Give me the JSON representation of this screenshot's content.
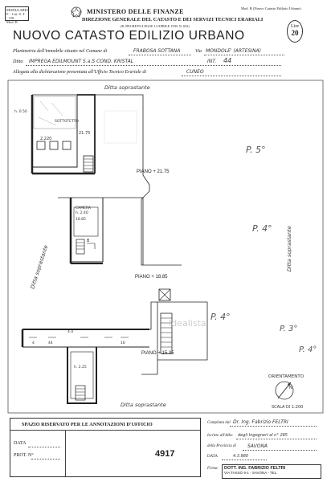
{
  "header": {
    "modello_box": [
      "MODULARIO",
      "F. - Cat. S. T. - 318",
      "Mod. B"
    ],
    "ministry": "MINISTERO DELLE FINANZE",
    "direction": "DIREZIONE GENERALE DEL CATASTO E DEI SERVIZI TECNICI ERARIALI",
    "regio_decreto": "(R. DECRETO-LEGGE 13 APRILE 1939, N. 652)",
    "main_title": "NUOVO CATASTO EDILIZIO URBANO",
    "top_right": "Mod. B (Nuovo Catasto Edilizio Urbano)",
    "lire_label": "Lire",
    "lire_value": "20"
  },
  "fields": {
    "planimetria_label": "Planimetria dell'immobile situato nel Comune di",
    "comune_value": "FRABOSA SOTTANA",
    "via_label": "Via",
    "via_value": "MONDOLE' (ARTESINA)",
    "ditta_label": "Ditta",
    "ditta_value": "IMPREGA EDILMOUNT  S.a.S  COND. KRISTAL",
    "int_label": "INT.",
    "int_value": "44",
    "allegata_label": "Allegata alla dichiarazione presentata all'Ufficio Tecnico Erariale di",
    "ufficio_value": "CUNEO"
  },
  "drawing": {
    "ditta_sopra_top": "Ditta soprastante",
    "ditta_sopra_left": "Ditta soprastante",
    "ditta_sopra_right": "Ditta soprastante",
    "ditta_sopra_bottom": "Ditta soprastante",
    "label_sottotetto": "SOTTOTETTO",
    "h_top": "h. 0.50",
    "dim_2175": "21.75",
    "dim_2220": "2.220",
    "piano_2175": "PIANO + 21.75",
    "label_camera": "CAMERA",
    "h_camera": "h. 2.40",
    "dim_1885": "18.85",
    "piano_1885": "PIANO + 18.85",
    "label_b": "B",
    "dim_44": "44",
    "dim_4": "4",
    "dim_445": "4.4",
    "dim_16": "16",
    "dim_h725": "h. 2.25",
    "piano_1535": "PIANO + 15.35",
    "p5_top": "P. 5°",
    "p4_mid": "P. 4°",
    "p4_right": "P. 4°",
    "p3_right": "P. 3°",
    "p4_lower": "P. 4°",
    "orientamento": "ORIENTAMENTO",
    "scala": "SCALA DI 1:200",
    "watermark": "Idealista"
  },
  "bottom_left": {
    "spazio_title": "SPAZIO RISERVATO PER LE ANNOTAZIONI D'UFFICIO",
    "data_label": "DATA",
    "prot_label": "PROT. N°",
    "prot_value": "4917"
  },
  "bottom_right": {
    "compilata_label": "Compilata dal",
    "compilata_value": "Dr. Ing. Fabrizio FELTRI",
    "iscritto_label": "Iscritto all'Albo",
    "albo_value": "degli Ingegneri al n° 285",
    "provincia_label": "della Provincia di",
    "provincia_value": "SAVONA",
    "data_label": "DATA",
    "data_value": "4.3.980",
    "firma_label": "Firma:",
    "stamp_line1": "DOTT. ING. FABRIZIO FELTRI",
    "stamp_line2": "VIA TASSO 9-1 - SAVONA - TEL."
  }
}
